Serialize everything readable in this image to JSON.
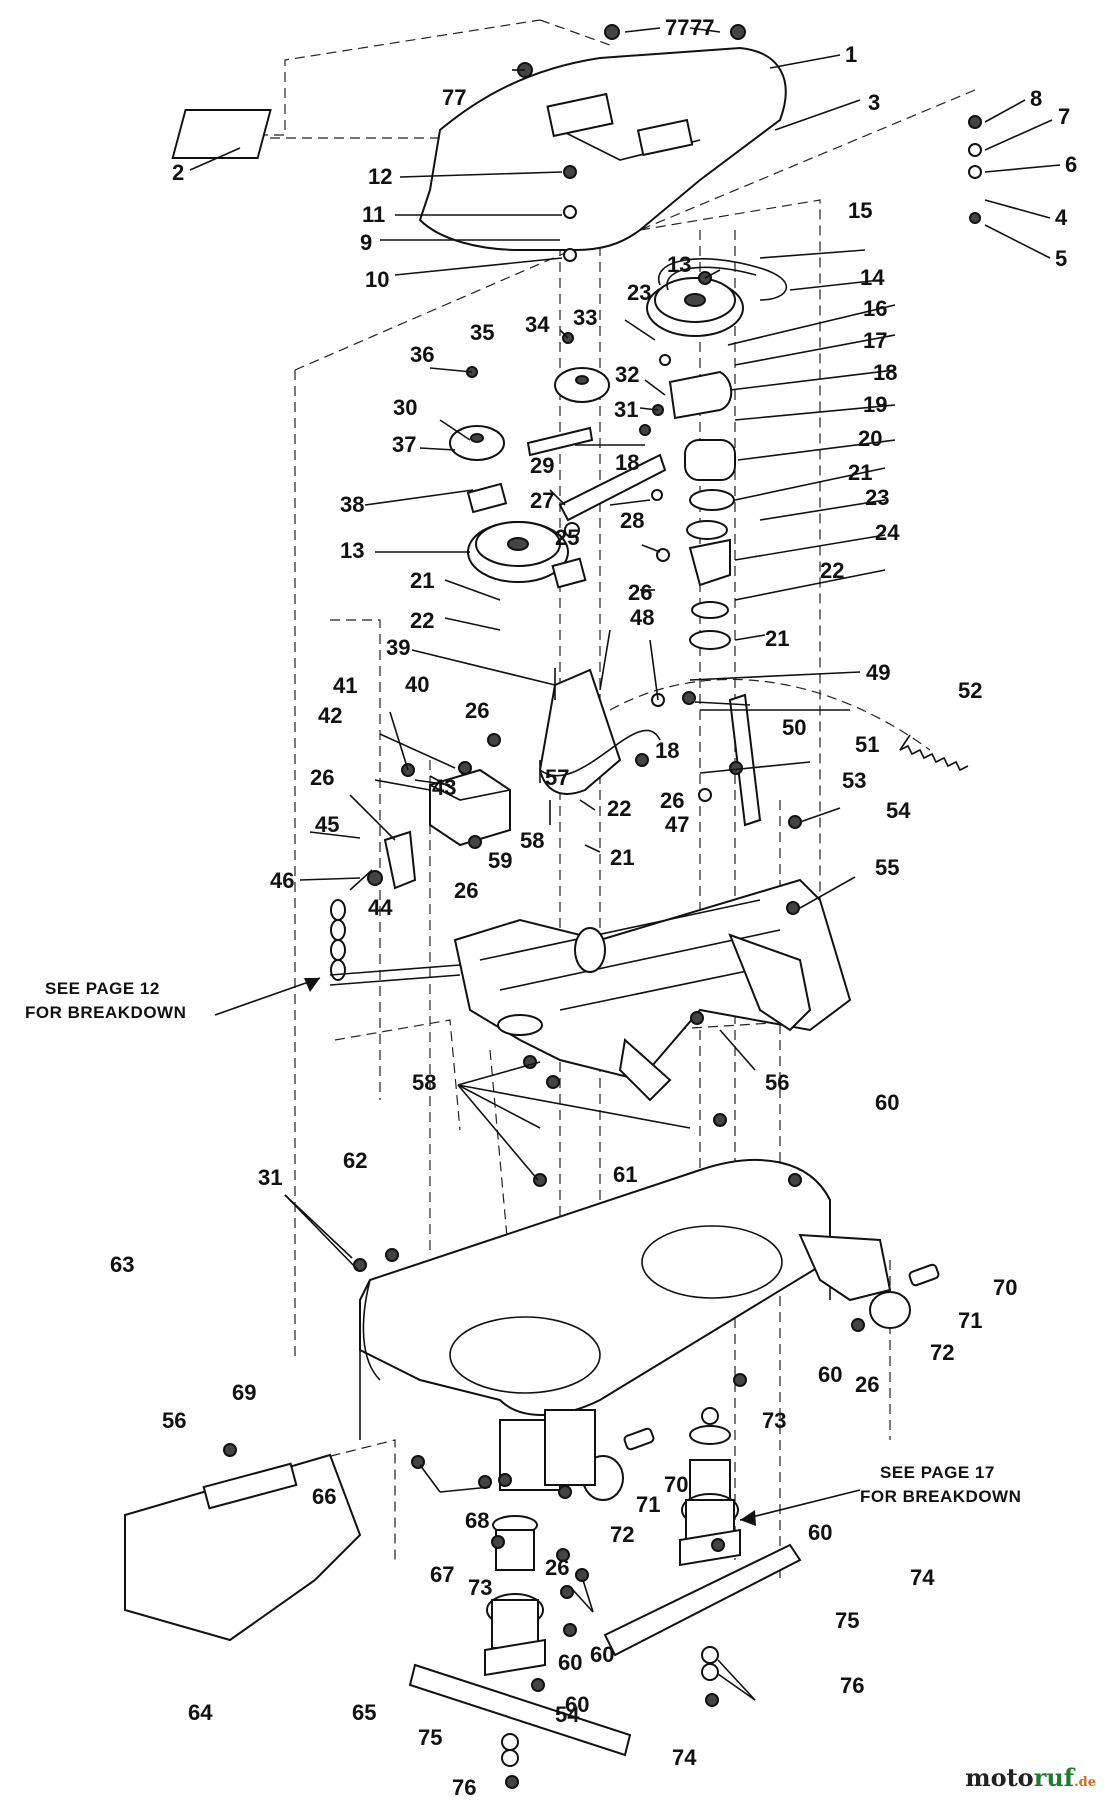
{
  "labels": [
    "1",
    "2",
    "3",
    "4",
    "5",
    "6",
    "7",
    "8",
    "9",
    "10",
    "11",
    "12",
    "13",
    "13",
    "14",
    "15",
    "16",
    "17",
    "18",
    "18",
    "18",
    "19",
    "20",
    "21",
    "21",
    "21",
    "21",
    "22",
    "22",
    "22",
    "23",
    "23",
    "24",
    "25",
    "26",
    "26",
    "26",
    "26",
    "26",
    "26",
    "26",
    "27",
    "28",
    "29",
    "30",
    "31",
    "31",
    "32",
    "33",
    "34",
    "35",
    "36",
    "37",
    "38",
    "39",
    "40",
    "41",
    "42",
    "43",
    "44",
    "45",
    "46",
    "47",
    "48",
    "49",
    "50",
    "51",
    "52",
    "53",
    "54",
    "54",
    "55",
    "56",
    "56",
    "57",
    "58",
    "58",
    "59",
    "60",
    "60",
    "60",
    "60",
    "60",
    "60",
    "61",
    "62",
    "63",
    "64",
    "65",
    "66",
    "67",
    "68",
    "69",
    "70",
    "70",
    "71",
    "71",
    "72",
    "72",
    "73",
    "73",
    "74",
    "74",
    "75",
    "75",
    "76",
    "76",
    "77",
    "77",
    "77"
  ],
  "notes": {
    "see_page_12_line1": "SEE PAGE 12",
    "see_page_12_line2": "FOR BREAKDOWN",
    "see_page_17_line1": "SEE PAGE 17",
    "see_page_17_line2": "FOR BREAKDOWN"
  },
  "watermark": {
    "part_a": "moto",
    "part_b": "ruf",
    "part_c": ".de"
  },
  "colors": {
    "ink": "#111111",
    "watermark_green": "#1f7a2f",
    "watermark_orange": "#d36a1a"
  }
}
